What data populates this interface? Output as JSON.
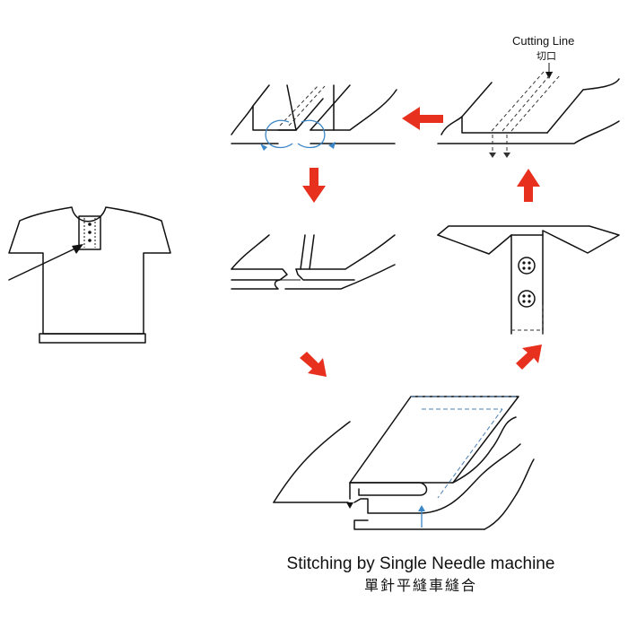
{
  "labels": {
    "cutting_line_en": "Cutting Line",
    "cutting_line_zh": "切口"
  },
  "caption": {
    "english": "Stitching by Single Needle machine",
    "chinese": "單針平縫車縫合"
  },
  "colors": {
    "flow_arrow": "#e8301f",
    "rotation_arrow": "#3b86c6",
    "guide_dashes": "#4a7fb5",
    "line_art": "#111111"
  },
  "icons": [
    "shirt-illustration",
    "placket-button-icon",
    "rotation-arrow-icon",
    "flow-arrow-icon"
  ]
}
